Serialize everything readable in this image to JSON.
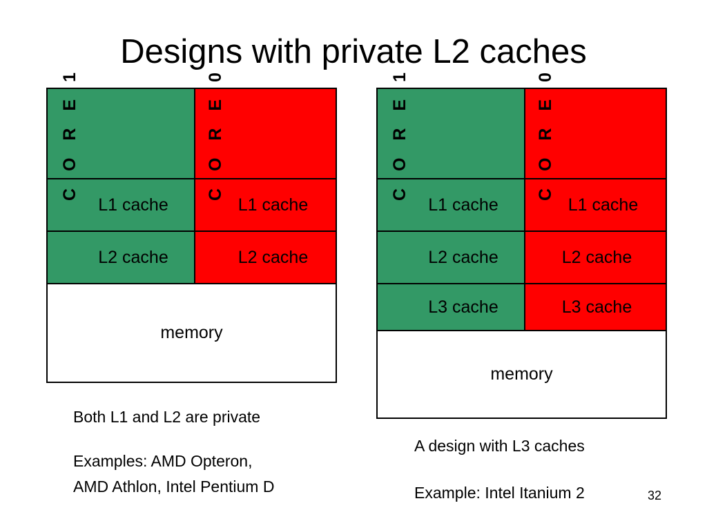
{
  "title": "Designs with private L2 caches",
  "colors": {
    "core1": "#339966",
    "core0": "#ff0000",
    "memory": "#ffffff"
  },
  "left_diagram": {
    "core1": {
      "label": "C O R E 1",
      "l1": "L1 cache",
      "l2": "L2 cache"
    },
    "core0": {
      "label": "C O R E 0",
      "l1": "L1 cache",
      "l2": "L2 cache"
    },
    "memory": "memory",
    "caption_line1": "Both L1 and L2 are private",
    "caption_line2": "Examples: AMD Opteron,",
    "caption_line3": "AMD Athlon, Intel Pentium D"
  },
  "right_diagram": {
    "core1": {
      "label": "C O R E 1",
      "l1": "L1 cache",
      "l2": "L2 cache",
      "l3": "L3 cache"
    },
    "core0": {
      "label": "C O R E 0",
      "l1": "L1 cache",
      "l2": "L2 cache",
      "l3": "L3 cache"
    },
    "memory": "memory",
    "caption_line1": "A design with L3 caches",
    "caption_line2": "Example: Intel Itanium 2"
  },
  "page_number": "32"
}
